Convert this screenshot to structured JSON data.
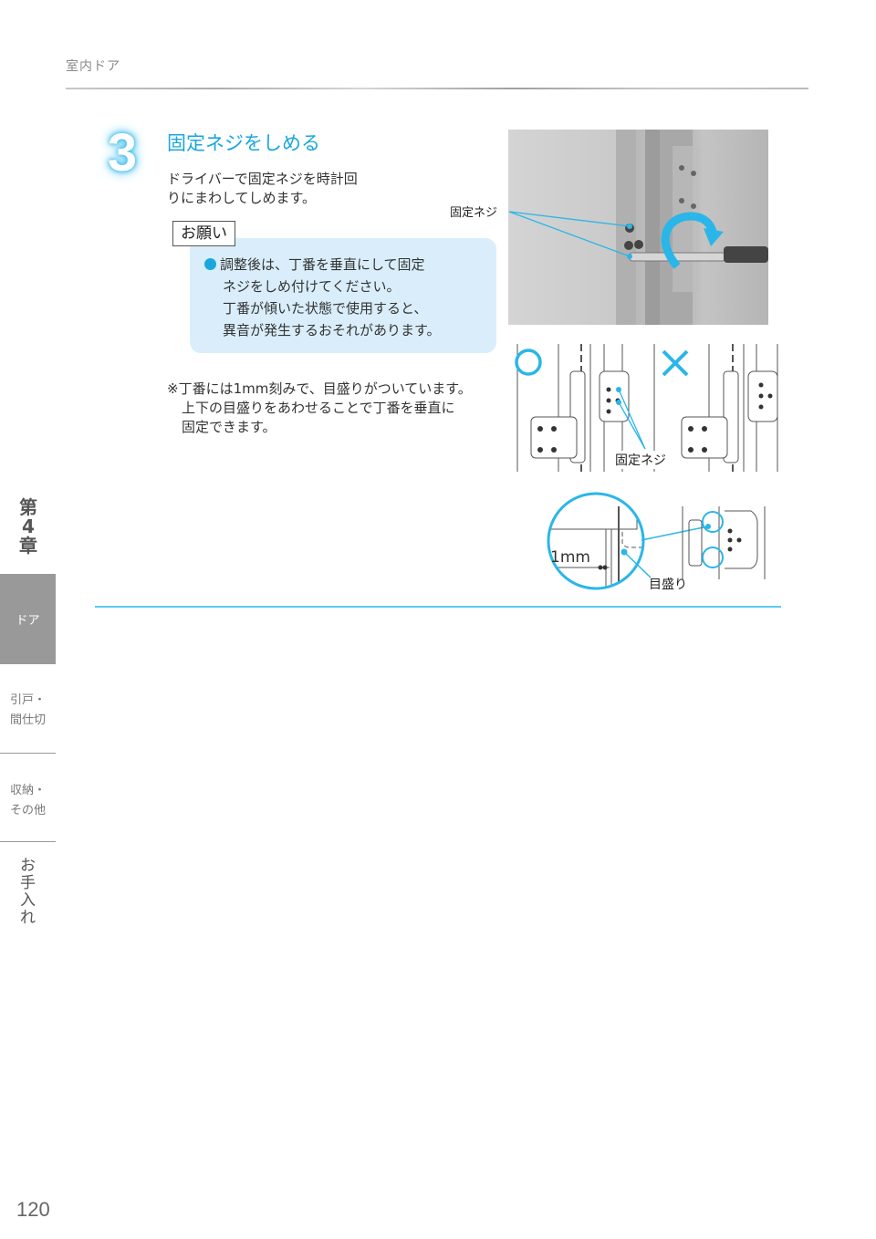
{
  "header": {
    "title": "室内ドア"
  },
  "step": {
    "number": "3",
    "title": "固定ネジをしめる",
    "description_lines": [
      "ドライバーで固定ネジを時計回",
      "りにまわしてしめます。"
    ]
  },
  "notice": {
    "label": "お願い",
    "lines": [
      "調整後は、丁番を垂直にして固定",
      "ネジをしめ付けてください。",
      "丁番が傾いた状態で使用すると、",
      "異音が発生するおそれがあります。"
    ]
  },
  "remark": {
    "lines": [
      "※丁番には1mm刻みで、目盛りがついています。",
      "上下の目盛りをあわせることで丁番を垂直に",
      "固定できます。"
    ]
  },
  "figures": {
    "photo_callout": "固定ネジ",
    "correct_symbol": "○",
    "incorrect_symbol": "×",
    "diagram_callout": "固定ネジ",
    "scale_label": "1mm",
    "scale_callout": "目盛り"
  },
  "side_index": {
    "chapter": [
      "第",
      "4",
      "章"
    ],
    "tabs": [
      {
        "label": "ドア",
        "active": true
      },
      {
        "label_lines": [
          "引戸・",
          "間仕切"
        ],
        "active": false
      },
      {
        "label_lines": [
          "収納・",
          "その他"
        ],
        "active": false
      },
      {
        "label_lines": [
          "お",
          "手",
          "入",
          "れ"
        ],
        "active": false
      }
    ]
  },
  "footer": {
    "page_number": "120"
  },
  "colors": {
    "accent": "#1aa7dd",
    "note_bg": "#d9eefa",
    "rule": "#5ccbf0",
    "tab_active": "#999999"
  }
}
